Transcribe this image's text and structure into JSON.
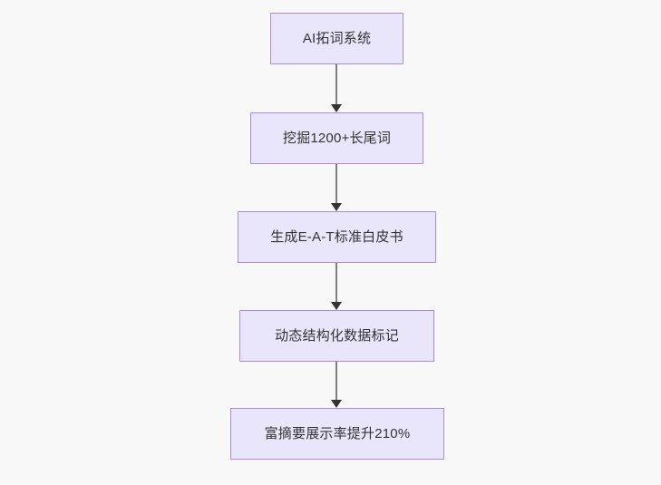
{
  "diagram": {
    "type": "flowchart",
    "orientation": "top-to-bottom",
    "background_color": "#f8f8f8",
    "node_fill_color": "#e9e5fb",
    "node_border_color": "#ab8cdb",
    "text_color": "#333333",
    "edge_color": "#7f7f7f",
    "arrowhead_color": "#333333",
    "nodes": [
      {
        "id": "n1",
        "label": "AI拓词系统"
      },
      {
        "id": "n2",
        "label": "挖掘1200+长尾词"
      },
      {
        "id": "n3",
        "label": "生成E-A-T标准白皮书"
      },
      {
        "id": "n4",
        "label": "动态结构化数据标记"
      },
      {
        "id": "n5",
        "label": "富摘要展示率提升210%"
      }
    ],
    "edges": [
      {
        "id": "e1",
        "from": "n1",
        "to": "n2",
        "label": ""
      },
      {
        "id": "e2",
        "from": "n2",
        "to": "n3",
        "label": ""
      },
      {
        "id": "e3",
        "from": "n3",
        "to": "n4",
        "label": ""
      },
      {
        "id": "e4",
        "from": "n4",
        "to": "n5",
        "label": ""
      }
    ]
  }
}
